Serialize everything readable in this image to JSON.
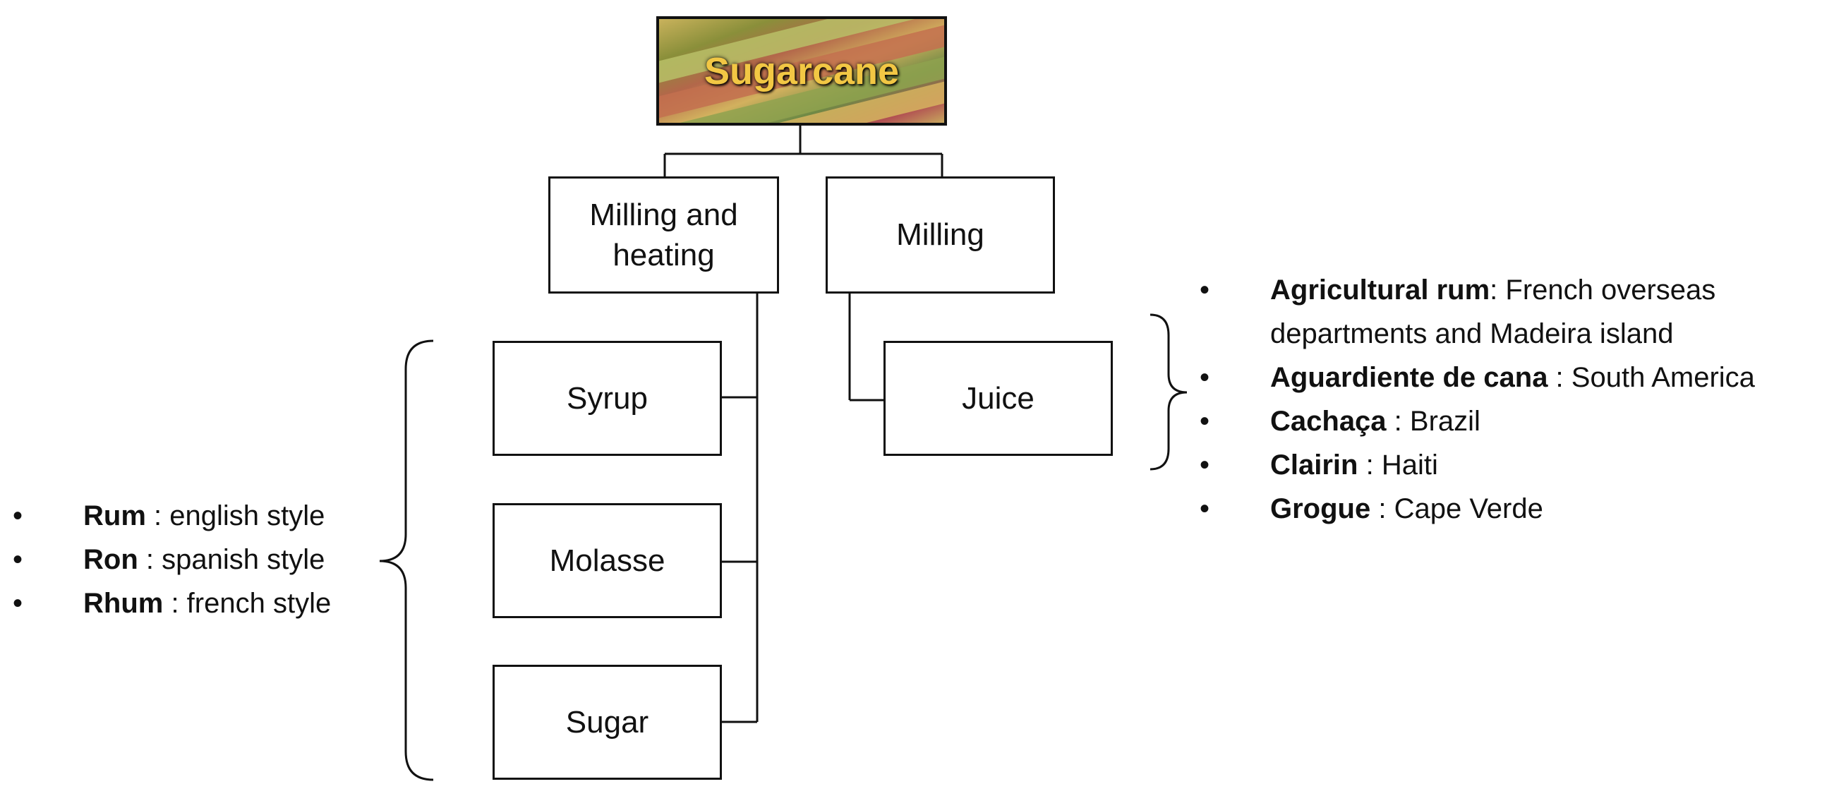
{
  "root": {
    "label": "Sugarcane"
  },
  "branches": {
    "milling_heating": {
      "label": "Milling and heating"
    },
    "milling": {
      "label": "Milling"
    }
  },
  "products": {
    "syrup": "Syrup",
    "molasse": "Molasse",
    "sugar": "Sugar",
    "juice": "Juice"
  },
  "left_list": [
    {
      "name": "Rum",
      "sep": " : ",
      "desc": "english style"
    },
    {
      "name": "Ron",
      "sep": " : ",
      "desc": "spanish style"
    },
    {
      "name": "Rhum",
      "sep": " : ",
      "desc": "french style"
    }
  ],
  "right_list": [
    {
      "name": "Agricultural rum",
      "sep": ": ",
      "desc": "French overseas departments and Madeira island"
    },
    {
      "name": "Aguardiente de cana",
      "sep": " : ",
      "desc": "South America"
    },
    {
      "name": "Cachaça",
      "sep": " : ",
      "desc": "Brazil"
    },
    {
      "name": "Clairin",
      "sep": " : ",
      "desc": "Haiti"
    },
    {
      "name": "Grogue",
      "sep": " : ",
      "desc": "Cape Verde"
    }
  ]
}
